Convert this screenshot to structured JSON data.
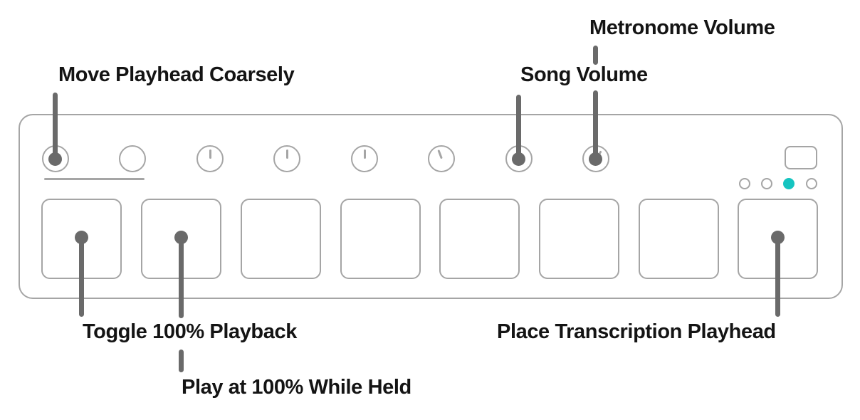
{
  "colors": {
    "background": "#ffffff",
    "outline": "#a5a5a5",
    "callout": "#6a6a6a",
    "text": "#141414",
    "led_active": "#16c4c0"
  },
  "labels": {
    "move_playhead_coarsely": "Move Playhead Coarsely",
    "metronome_volume": "Metronome Volume",
    "song_volume": "Song Volume",
    "toggle_100_playback": "Toggle 100% Playback",
    "play_at_100_while_held": "Play at 100% While Held",
    "place_transcription_playhead": "Place Transcription Playhead"
  },
  "device": {
    "knobs": [
      {
        "id": 1,
        "tick_angle_deg": null,
        "callout": "move_playhead_coarsely",
        "underlined": true
      },
      {
        "id": 2,
        "tick_angle_deg": null,
        "callout": null,
        "underlined": true
      },
      {
        "id": 3,
        "tick_angle_deg": 0,
        "callout": null,
        "underlined": false
      },
      {
        "id": 4,
        "tick_angle_deg": 0,
        "callout": null,
        "underlined": false
      },
      {
        "id": 5,
        "tick_angle_deg": 0,
        "callout": null,
        "underlined": false
      },
      {
        "id": 6,
        "tick_angle_deg": -21,
        "callout": null,
        "underlined": false
      },
      {
        "id": 7,
        "tick_angle_deg": null,
        "callout": "song_volume",
        "underlined": false
      },
      {
        "id": 8,
        "tick_angle_deg": 32,
        "callout": "metronome_volume",
        "underlined": false
      }
    ],
    "pads": [
      {
        "id": 1,
        "callout": "toggle_100_playback"
      },
      {
        "id": 2,
        "callout": "play_at_100_while_held"
      },
      {
        "id": 3,
        "callout": null
      },
      {
        "id": 4,
        "callout": null
      },
      {
        "id": 5,
        "callout": null
      },
      {
        "id": 6,
        "callout": null
      },
      {
        "id": 7,
        "callout": null
      },
      {
        "id": 8,
        "callout": "place_transcription_playhead"
      }
    ],
    "leds": [
      "off",
      "off",
      "on",
      "off"
    ]
  }
}
